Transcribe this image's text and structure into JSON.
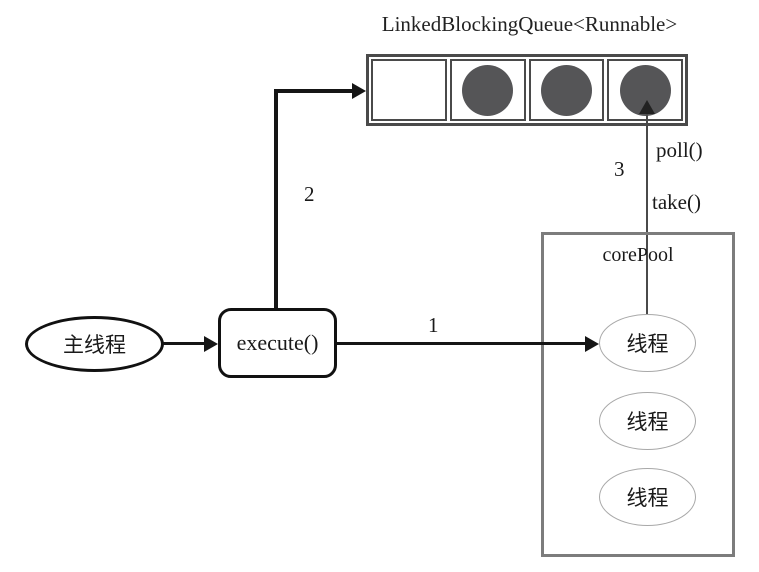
{
  "diagram": {
    "title": "LinkedBlockingQueue<Runnable>",
    "queue": {
      "cells": [
        {
          "filled": false
        },
        {
          "filled": true
        },
        {
          "filled": true
        },
        {
          "filled": true
        }
      ]
    },
    "nodes": {
      "main_thread_label": "主线程",
      "execute_label": "execute()",
      "core_pool_label": "corePool",
      "thread_labels": [
        "线程",
        "线程",
        "线程"
      ]
    },
    "labels": {
      "step1": "1",
      "step2": "2",
      "step3": "3",
      "poll": "poll()",
      "take": "take()"
    },
    "colors": {
      "task_circle": "#555557",
      "queue_border": "#4a4a4a",
      "core_pool_border": "#7c7c7c",
      "thread_ellipse_border": "#a8a8a8",
      "step3_line": "#4a4a4a"
    }
  }
}
